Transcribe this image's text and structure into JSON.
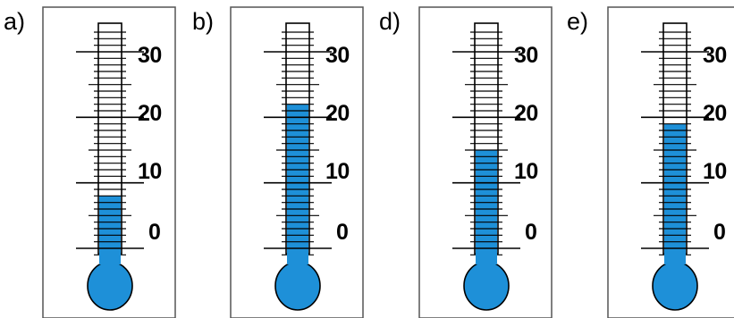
{
  "scale": {
    "labels": [
      "30",
      "20",
      "10",
      "0"
    ],
    "min": 0,
    "max": 30
  },
  "colors": {
    "liquid": "#1e90d8",
    "liquid_edge": "#0d5e96",
    "outline": "#000000",
    "card_border": "#555555"
  },
  "thermometers": [
    {
      "label": "a)",
      "reading": 8
    },
    {
      "label": "b)",
      "reading": 22
    },
    {
      "label": "d)",
      "reading": 15
    },
    {
      "label": "e)",
      "reading": 19
    }
  ]
}
